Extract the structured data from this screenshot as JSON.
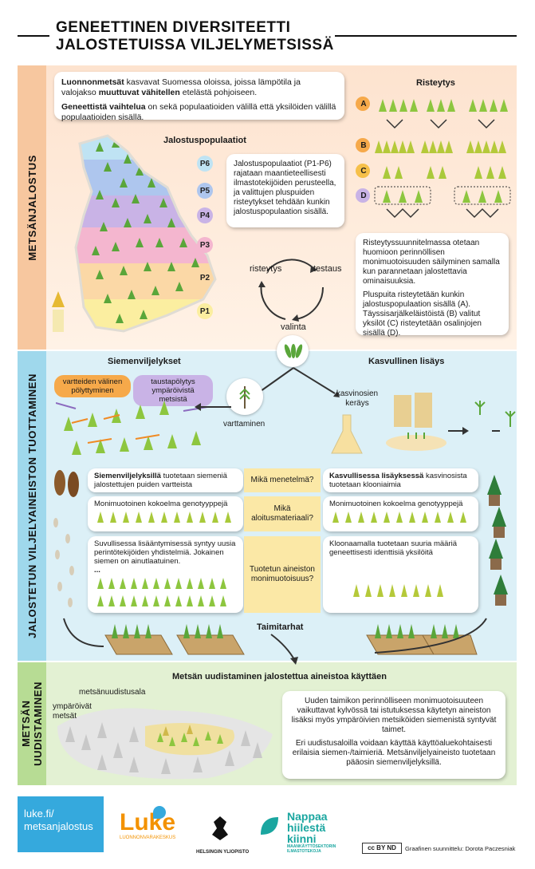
{
  "title": {
    "line1": "GENEETTINEN DIVERSITEETTI",
    "line2": "JALOSTETUISSA VILJELYMETSISSÄ"
  },
  "colors": {
    "orange_section": "#fde3cf",
    "blue_section": "#dcf0f7",
    "green_section": "#e3f1d3",
    "yellow_box": "#fbe8a6",
    "footer_blue": "#35a9dd",
    "luke_orange": "#f39200",
    "nappaa_teal": "#1aa6a0"
  },
  "sections": {
    "s1": "METSÄNJALOSTUS",
    "s2": "JALOSTETUN VILJELYAINEISTON TUOTTAMINEN",
    "s3": "METSÄN\nUUDISTAMINEN"
  },
  "intro": {
    "p1_bold1": "Luonnonmetsät",
    "p1_rest1": " kasvavat Suomessa oloissa, joissa lämpötila ja valojakso ",
    "p1_bold2": "muuttuvat vähitellen",
    "p1_rest2": " etelästä pohjoiseen.",
    "p2_bold": "Geneettistä vaihtelua",
    "p2_rest": " on sekä populaatioiden välillä että yksilöiden välillä populaatioiden sisällä."
  },
  "populations": {
    "heading": "Jalostuspopulaatiot",
    "labels": [
      "P6",
      "P5",
      "P4",
      "P3",
      "P2",
      "P1"
    ],
    "colors": [
      "#bfe3f3",
      "#aec6ee",
      "#c9b3e6",
      "#f4b6cf",
      "#fbd8a6",
      "#fbeea0"
    ],
    "description": "Jalostuspopulaatiot (P1-P6) rajataan maantieteellisesti ilmastotekijöiden perusteella, ja valittujen pluspuiden risteytykset tehdään kunkin jalostuspopulaation sisällä."
  },
  "crossing": {
    "heading": "Risteytys",
    "rows": [
      "A",
      "B",
      "C",
      "D"
    ],
    "row_colors": [
      "#f6a94a",
      "#f6a94a",
      "#f6c04a",
      "#c9b3e6"
    ],
    "info_p1": "Risteytyssuunnitelmassa otetaan huomioon perinnöllisen monimuotoisuuden säilyminen samalla kun parannetaan jalostettavia ominaisuuksia.",
    "info_p2": "Pluspuita risteytetään kunkin jalostuspopulaation sisällä (A). Täyssisarjälkeläistöistä (B) valitut yksilöt (C) risteytetään osalinjojen sisällä (D)."
  },
  "cycle": {
    "crossing": "risteytys",
    "testing": "testaus",
    "selection": "valinta"
  },
  "production": {
    "seed_orchards": "Siemenviljelykset",
    "vegetative": "Kasvullinen lisäys",
    "tag_between": "vartteiden välinen pölyttyminen",
    "tag_background": "taustapölytys ympäröivistä metsistä",
    "grafting": "varttaminen",
    "collection": "kasvinosien keräys",
    "nursery": "Taimitarhat"
  },
  "comparison": {
    "left1_bold": "Siemenviljelyksillä",
    "left1_rest": " tuotetaan siemeniä jalostettujen puiden vartteista",
    "mid1": "Mikä menetelmä?",
    "right1_bold": "Kasvullisessa lisäyksessä",
    "right1_rest": " kasvinosista tuotetaan klooniaimia",
    "left2": "Monimuotoinen kokoelma genotyyppejä",
    "mid2": "Mikä aloitusmateriaali?",
    "right2": "Monimuotoinen kokoelma genotyyppejä",
    "left3": "Suvullisessa lisääntymisessä syntyy uusia perintötekijöiden yhdistelmiä. Jokainen siemen on ainutlaatuinen.",
    "mid3": "Tuotetun aineiston monimuotoisuus?",
    "right3": "Kloonaamalla tuotetaan suuria määriä geneettisesti identtisiä yksilöitä",
    "ellipsis": "..."
  },
  "renewal": {
    "heading": "Metsän uudistaminen jalostettua aineistoa käyttäen",
    "area_label": "metsänuudistusala",
    "surrounding": "ympäröivät metsät",
    "p1": "Uuden taimikon perinnölliseen monimuotoisuuteen vaikuttavat kylvössä tai istutuksessa käytetyn aineiston lisäksi myös ympäröivien metsiköiden siemenistä syntyvät taimet.",
    "p2": "Eri uudistusaloilla voidaan käyttää käyttöaluekohtaisesti erilaisia siemen-/taimieriä. Metsänviljelyaineisto tuotetaan pääosin siemenviljelyksillä."
  },
  "footer": {
    "url1": "luke.fi/",
    "url2": "metsanjalostus",
    "luke": "Luke",
    "luke_sub": "LUONNONVARAKESKUS",
    "helsinki": "HELSINGIN YLIOPISTO",
    "nappaa1": "Nappaa",
    "nappaa2": "hiilestä",
    "nappaa3": "kiinni",
    "nappaa_sub": "MAANKÄYTTÖSEKTORIN ILMASTOTEKOJA",
    "license": "cc BY ND",
    "credit": "Graafinen suunnittelu: Dorota Paczesniak"
  }
}
